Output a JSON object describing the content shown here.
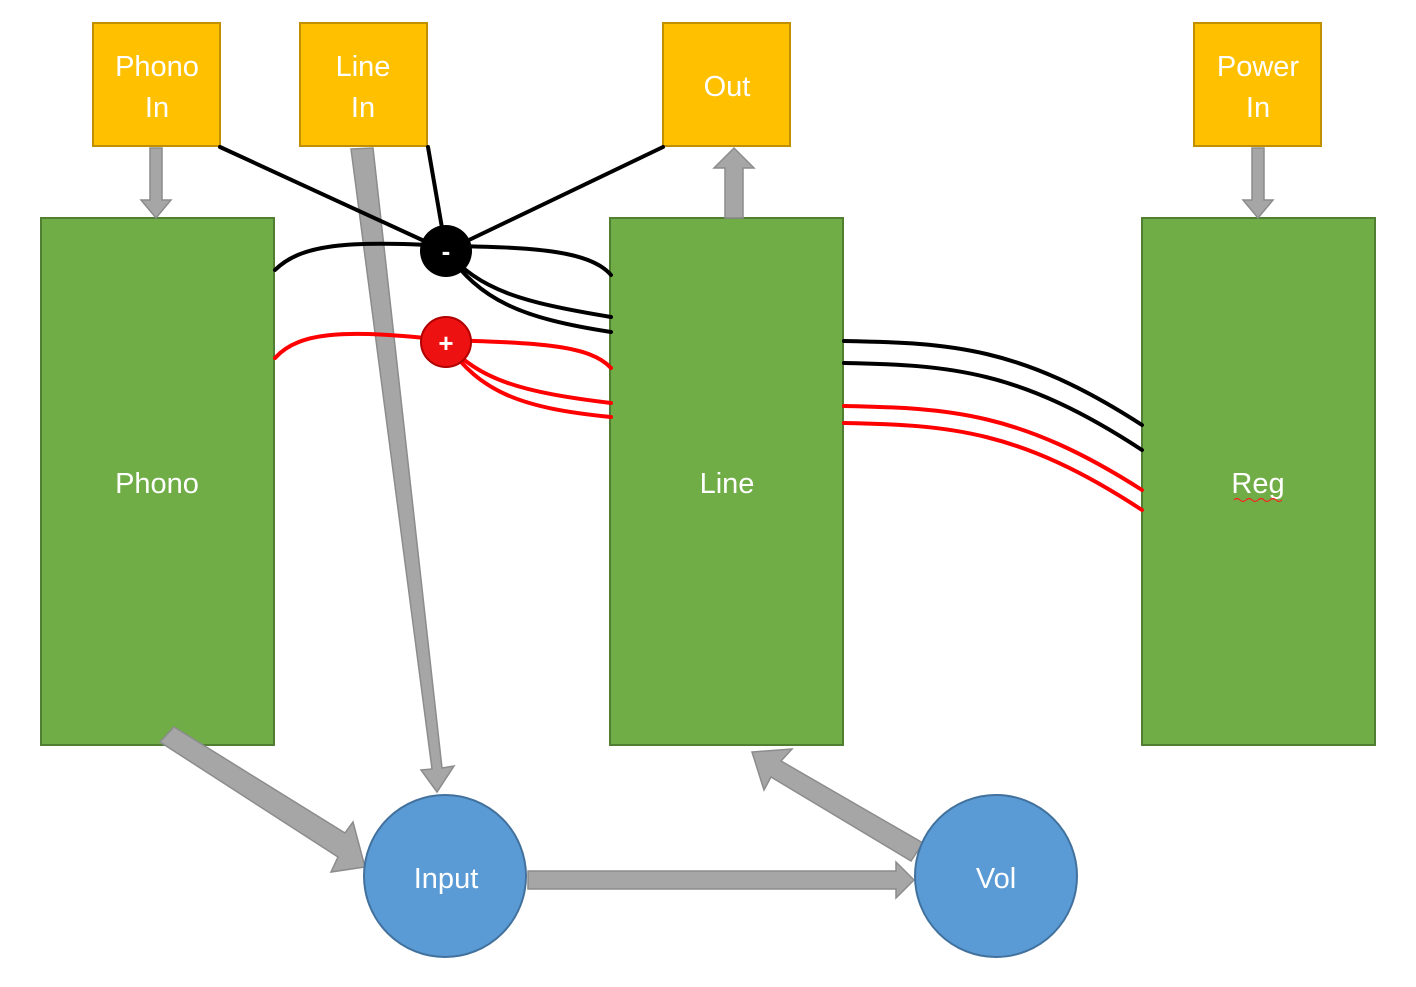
{
  "ports": {
    "phono_in": [
      "Phono",
      "In"
    ],
    "line_in": [
      "Line",
      "In"
    ],
    "out": "Out",
    "power_in": [
      "Power",
      "In"
    ]
  },
  "boards": {
    "phono": "Phono",
    "line": "Line",
    "reg": "Reg"
  },
  "controls": {
    "input": "Input",
    "vol": "Vol"
  },
  "nodes": {
    "minus": "-",
    "plus": "+"
  },
  "colors": {
    "port_fill": "#ffc000",
    "port_border": "#c09000",
    "board_fill": "#70ad47",
    "board_border": "#507e32",
    "control_fill": "#5b9bd5",
    "control_border": "#41719c",
    "arrow_fill": "#a6a6a6",
    "arrow_border": "#8c8c8c",
    "wire_negative": "#000000",
    "wire_positive": "#ff0000"
  }
}
